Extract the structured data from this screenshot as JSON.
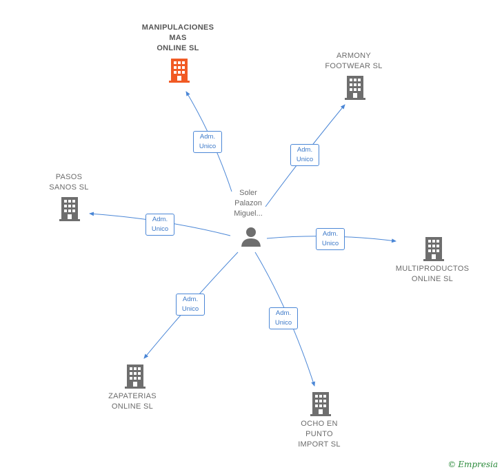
{
  "person": {
    "label": "Soler\nPalazon\nMiguel...",
    "icon": "person-icon"
  },
  "colors": {
    "edge": "#4a86d6",
    "company": "#6e6e6e",
    "highlight": "#f15a24"
  },
  "companies": [
    {
      "id": "manipulaciones",
      "label": "MANIPULACIONES\nMAS\nONLINE  SL",
      "highlight": true
    },
    {
      "id": "armony",
      "label": "ARMONY\nFOOTWEAR SL",
      "highlight": false
    },
    {
      "id": "pasos",
      "label": "PASOS\nSANOS  SL",
      "highlight": false
    },
    {
      "id": "multiproductos",
      "label": "MULTIPRODUCTOS\nONLINE  SL",
      "highlight": false
    },
    {
      "id": "zapaterias",
      "label": "ZAPATERIAS\nONLINE  SL",
      "highlight": false
    },
    {
      "id": "ocho",
      "label": "OCHO EN\nPUNTO\nIMPORT SL",
      "highlight": false
    }
  ],
  "edges": [
    {
      "to": "manipulaciones",
      "label": "Adm.\nUnico"
    },
    {
      "to": "armony",
      "label": "Adm.\nUnico"
    },
    {
      "to": "pasos",
      "label": "Adm.\nUnico"
    },
    {
      "to": "multiproductos",
      "label": "Adm.\nUnico"
    },
    {
      "to": "zapaterias",
      "label": "Adm.\nUnico"
    },
    {
      "to": "ocho",
      "label": "Adm.\nUnico"
    }
  ],
  "footer": {
    "copyright": "©",
    "brand": "Empresia"
  }
}
